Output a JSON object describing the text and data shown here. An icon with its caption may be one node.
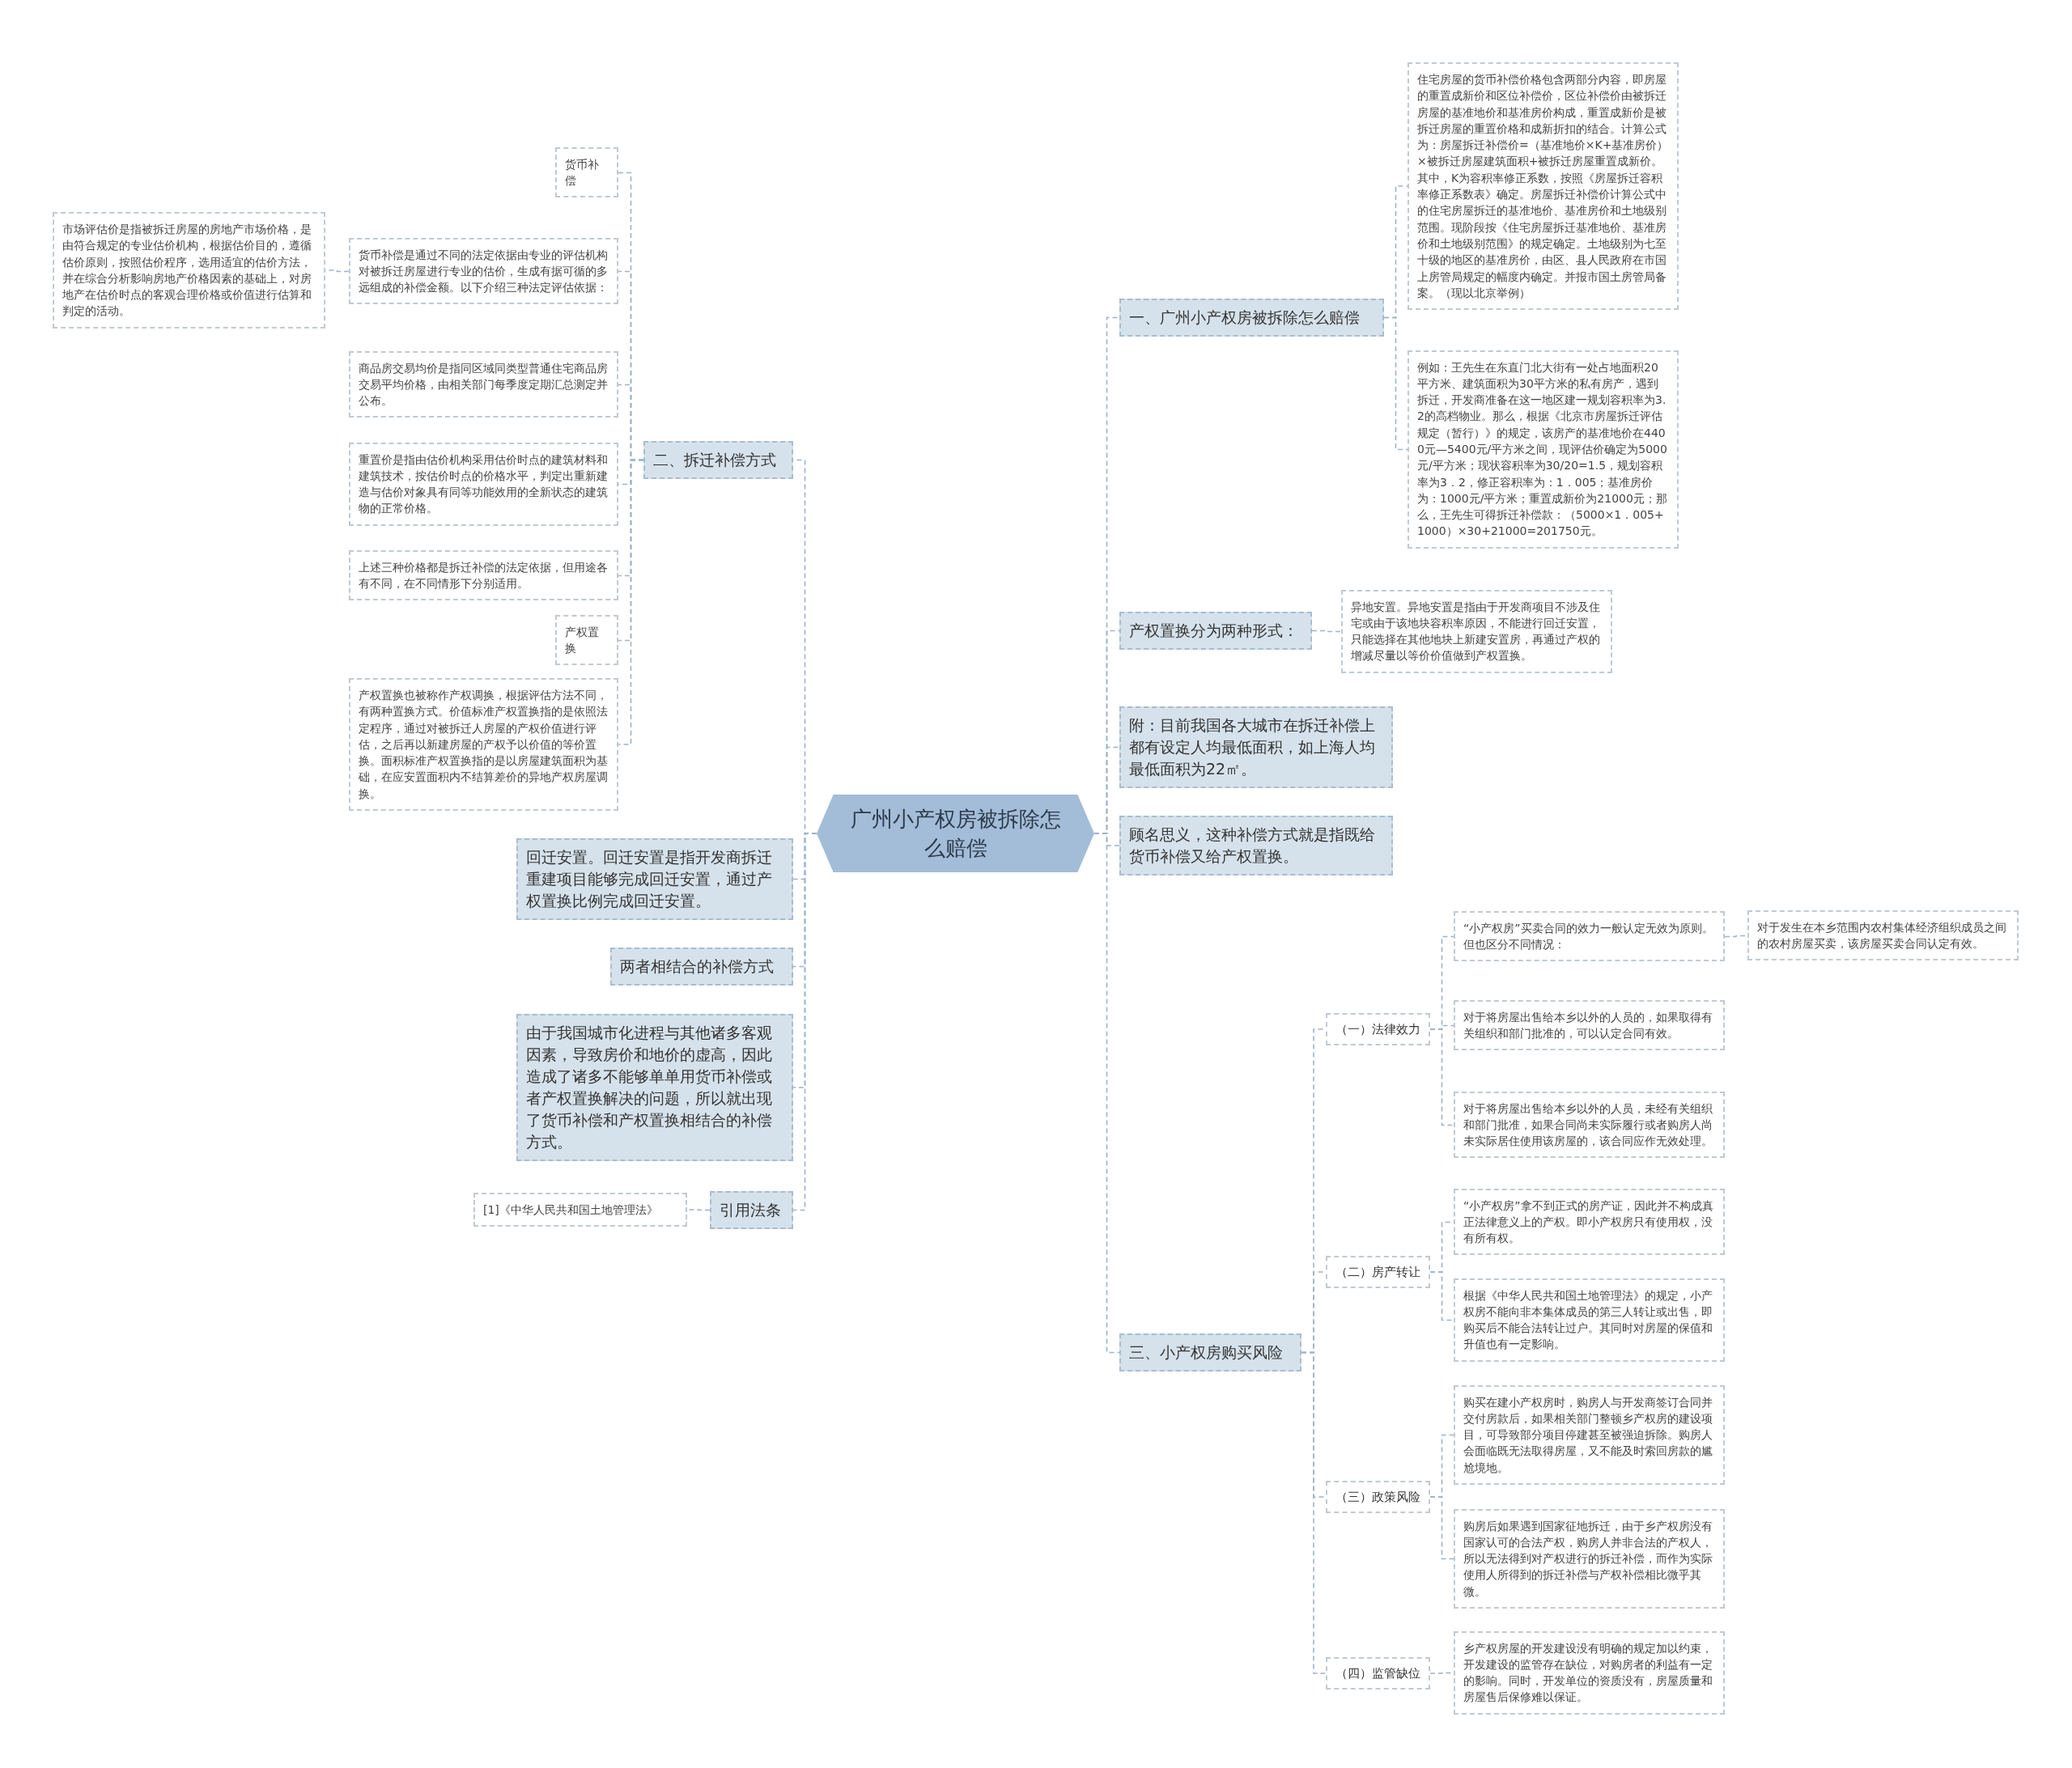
{
  "diagram": {
    "nodes": [
      {
        "text": [
          "广州小产权房被拆除怎么赔偿"
        ]
      },
      {
        "text": [
          "一、广州小产权房被拆除怎么赔偿"
        ]
      },
      {
        "text": [
          "住宅房屋的货币补偿价格包含两部分内容，即房屋的重置成新价和区位补偿价，区位补偿价由被拆迁房屋的基准地价和基准房价构成，重置成新价是被拆迁房屋的重置价格和成新折扣的结合。计算公式为：房屋拆迁补偿价=（基准地价×K+基准房价）×被拆迁房屋建筑面积+被拆迁房屋重置成新价。其中，K为容积率修正系数，按照《房屋拆迁容积率修正系数表》确定。房屋拆迁补偿价计算公式中的住宅房屋拆迁的基准地价、基准房价和土地级别范围。现阶段按《住宅房屋拆迁基准地价、基准房价和土地级别范围》的规定确定。土地级别为七至十级的地区的基准房价，由区、县人民政府在市国上房管局规定的幅度内确定。并报市国土房管局备案。（现以北京举例）"
        ]
      },
      {
        "text": [
          "例如：王先生在东直门北大街有一处占地面积20平方米、建筑面积为30平方米的私有房产，遇到拆迁，开发商准备在这一地区建一规划容积率为3.2的高档物业。那么，根据《北京市房屋拆迁评估规定（暂行）》的规定，该房产的基准地价在4400元—5400元/平方米之间，现评估价确定为5000元/平方米；现状容积率为30/20=1.5，规划容积率为3．2，修正容积率为：1．005；基准房价为：1000元/平方米；重置成新价为21000元；那么，王先生可得拆迁补偿款：（5000×1．005+1000）×30+21000=201750元。"
        ]
      },
      {
        "text": [
          "产权置换分为两种形式："
        ]
      },
      {
        "text": [
          "异地安置。异地安置是指由于开发商项目不涉及住宅或由于该地块容积率原因，不能进行回迁安置，只能选择在其他地块上新建安置房，再通过产权的增减尽量以等价价值做到产权置换。"
        ]
      },
      {
        "text": [
          "附：目前我国各大城市在拆迁补偿上都有设定人均最低面积，如上海人均最低面积为22㎡。"
        ]
      },
      {
        "text": [
          "顾名思义，这种补偿方式就是指既给货币补偿又给产权置换。"
        ]
      },
      {
        "text": [
          "三、小产权房购买风险"
        ]
      },
      {
        "text": [
          "（一）法律效力"
        ]
      },
      {
        "text": [
          "“小产权房”买卖合同的效力一般认定无效为原则。但也区分不同情况："
        ]
      },
      {
        "text": [
          "对于发生在本乡范围内农村集体经济组织成员之间的农村房屋买卖，该房屋买卖合同认定有效。"
        ]
      },
      {
        "text": [
          "对于将房屋出售给本乡以外的人员的，如果取得有关组织和部门批准的，可以认定合同有效。"
        ]
      },
      {
        "text": [
          "对于将房屋出售给本乡以外的人员，未经有关组织和部门批准，如果合同尚未实际履行或者购房人尚未实际居住使用该房屋的，该合同应作无效处理。"
        ]
      },
      {
        "text": [
          "（二）房产转让"
        ]
      },
      {
        "text": [
          "“小产权房”拿不到正式的房产证，因此并不构成真正法律意义上的产权。即小产权房只有使用权，没有所有权。"
        ]
      },
      {
        "text": [
          "根据《中华人民共和国土地管理法》的规定，小产权房不能向非本集体成员的第三人转让或出售，即购买后不能合法转让过户。其同时对房屋的保值和升值也有一定影响。"
        ]
      },
      {
        "text": [
          "（三）政策风险"
        ]
      },
      {
        "text": [
          "购买在建小产权房时，购房人与开发商签订合同并交付房款后，如果相关部门整顿乡产权房的建设项目，可导致部分项目停建甚至被强迫拆除。购房人会面临既无法取得房屋，又不能及时索回房款的尴尬境地。"
        ]
      },
      {
        "text": [
          "购房后如果遇到国家征地拆迁，由于乡产权房没有国家认可的合法产权，购房人并非合法的产权人，所以无法得到对产权进行的拆迁补偿，而作为实际使用人所得到的拆迁补偿与产权补偿相比微乎其微。"
        ]
      },
      {
        "text": [
          "（四）监管缺位"
        ]
      },
      {
        "text": [
          "乡产权房屋的开发建设没有明确的规定加以约束，开发建设的监管存在缺位，对购房者的利益有一定的影响。同时，开发单位的资质没有，房屋质量和房屋售后保修难以保证。"
        ]
      },
      {
        "text": [
          "二、拆迁补偿方式"
        ]
      },
      {
        "text": [
          "货币补偿"
        ]
      },
      {
        "text": [
          "货币补偿是通过不同的法定依据由专业的评估机构对被拆迁房屋进行专业的估价，生成有据可循的多远组成的补偿金额。以下介绍三种法定评估依据："
        ]
      },
      {
        "text": [
          "市场评估价是指被拆迁房屋的房地产市场价格，是由符合规定的专业估价机构，根据估价目的，遵循估价原则，按照估价程序，选用适宜的估价方法，并在综合分析影响房地产价格因素的基础上，对房地产在估价时点的客观合理价格或价值进行估算和判定的活动。"
        ]
      },
      {
        "text": [
          "商品房交易均价是指同区域同类型普通住宅商品房交易平均价格，由相关部门每季度定期汇总测定并公布。"
        ]
      },
      {
        "text": [
          "重置价是指由估价机构采用估价时点的建筑材料和建筑技术，按估价时点的价格水平，判定出重新建造与估价对象具有同等功能效用的全新状态的建筑物的正常价格。"
        ]
      },
      {
        "text": [
          "上述三种价格都是拆迁补偿的法定依据，但用途各有不同，在不同情形下分别适用。"
        ]
      },
      {
        "text": [
          "产权置换"
        ]
      },
      {
        "text": [
          "产权置换也被称作产权调换，根据评估方法不同，有两种置换方式。价值标准产权置换指的是依照法定程序，通过对被拆迁人房屋的产权价值进行评估，之后再以新建房屋的产权予以价值的等价置换。面积标准产权置换指的是以房屋建筑面积为基础，在应安置面积内不结算差价的异地产权房屋调换。"
        ]
      },
      {
        "text": [
          "回迁安置。回迁安置是指开发商拆迁重建项目能够完成回迁安置，通过产权置换比例完成回迁安置。"
        ]
      },
      {
        "text": [
          "两者相结合的补偿方式"
        ]
      },
      {
        "text": [
          "由于我国城市化进程与其他诸多客观因素，导致房价和地价的虚高，因此造成了诸多不能够单单用货币补偿或者产权置换解决的问题，所以就出现了货币补偿和产权置换相结合的补偿方式。"
        ]
      },
      {
        "text": [
          "引用法条"
        ]
      },
      {
        "text": [
          "[1]《中华人民共和国土地管理法》"
        ]
      }
    ],
    "edges": [
      {
        "from": 0,
        "to": 1,
        "arrow": "none"
      },
      {
        "from": 1,
        "to": 2,
        "arrow": "none"
      },
      {
        "from": 1,
        "to": 3,
        "arrow": "none"
      },
      {
        "from": 0,
        "to": 4,
        "arrow": "none"
      },
      {
        "from": 4,
        "to": 5,
        "arrow": "none"
      },
      {
        "from": 0,
        "to": 6,
        "arrow": "none"
      },
      {
        "from": 0,
        "to": 7,
        "arrow": "none"
      },
      {
        "from": 0,
        "to": 8,
        "arrow": "none"
      },
      {
        "from": 8,
        "to": 9,
        "arrow": "none"
      },
      {
        "from": 9,
        "to": 10,
        "arrow": "none"
      },
      {
        "from": 10,
        "to": 11,
        "arrow": "none"
      },
      {
        "from": 9,
        "to": 12,
        "arrow": "none"
      },
      {
        "from": 9,
        "to": 13,
        "arrow": "none"
      },
      {
        "from": 8,
        "to": 14,
        "arrow": "none"
      },
      {
        "from": 14,
        "to": 15,
        "arrow": "none"
      },
      {
        "from": 14,
        "to": 16,
        "arrow": "none"
      },
      {
        "from": 8,
        "to": 17,
        "arrow": "none"
      },
      {
        "from": 17,
        "to": 18,
        "arrow": "none"
      },
      {
        "from": 17,
        "to": 19,
        "arrow": "none"
      },
      {
        "from": 8,
        "to": 20,
        "arrow": "none"
      },
      {
        "from": 20,
        "to": 21,
        "arrow": "none"
      },
      {
        "from": 0,
        "to": 22,
        "arrow": "none"
      },
      {
        "from": 22,
        "to": 23,
        "arrow": "none"
      },
      {
        "from": 22,
        "to": 24,
        "arrow": "none"
      },
      {
        "from": 24,
        "to": 25,
        "arrow": "none"
      },
      {
        "from": 22,
        "to": 26,
        "arrow": "none"
      },
      {
        "from": 22,
        "to": 27,
        "arrow": "none"
      },
      {
        "from": 22,
        "to": 28,
        "arrow": "none"
      },
      {
        "from": 22,
        "to": 29,
        "arrow": "none"
      },
      {
        "from": 22,
        "to": 30,
        "arrow": "none"
      },
      {
        "from": 0,
        "to": 31,
        "arrow": "none"
      },
      {
        "from": 0,
        "to": 32,
        "arrow": "none"
      },
      {
        "from": 0,
        "to": 33,
        "arrow": "none"
      },
      {
        "from": 0,
        "to": 34,
        "arrow": "none"
      },
      {
        "from": 34,
        "to": 35,
        "arrow": "none"
      }
    ]
  }
}
